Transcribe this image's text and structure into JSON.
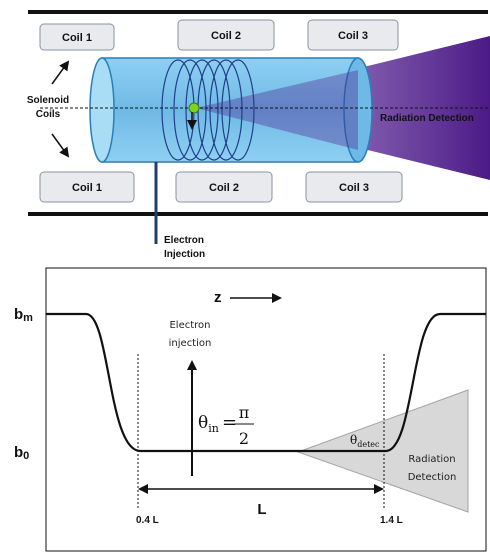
{
  "top_diagram": {
    "coils_top": [
      "Coil 1",
      "Coil 2",
      "Coil 3"
    ],
    "coils_bottom": [
      "Coil 1",
      "Coil 2",
      "Coil 3"
    ],
    "solenoid_label_line1": "Solenoid",
    "solenoid_label_line2": "Coils",
    "radiation_label": "Radiation Detection",
    "injection_label_line1": "Electron",
    "injection_label_line2": "Injection",
    "colors": {
      "cylinder_fill": "#7cc3ea",
      "cylinder_stroke": "#2a7fb8",
      "coil_fill": "#e8eaee",
      "cone_dark": "#4b1a86",
      "cone_light": "#ffffff",
      "electron": "#7ed321"
    }
  },
  "bottom_diagram": {
    "z_label": "z",
    "bm_label": "b",
    "bm_sub": "m",
    "b0_label": "b",
    "b0_sub": "0",
    "electron_injection_line1": "Electron",
    "electron_injection_line2": "injection",
    "theta_in_symbol": "θ",
    "theta_in_sub": "in",
    "theta_in_eq": "=",
    "theta_in_num": "π",
    "theta_in_den": "2",
    "theta_detec_symbol": "θ",
    "theta_detec_sub": "detec",
    "radiation_line1": "Radiation",
    "radiation_line2": "Detection",
    "length_label": "L",
    "left_mark": "0.4 L",
    "right_mark": "1.4 L"
  }
}
